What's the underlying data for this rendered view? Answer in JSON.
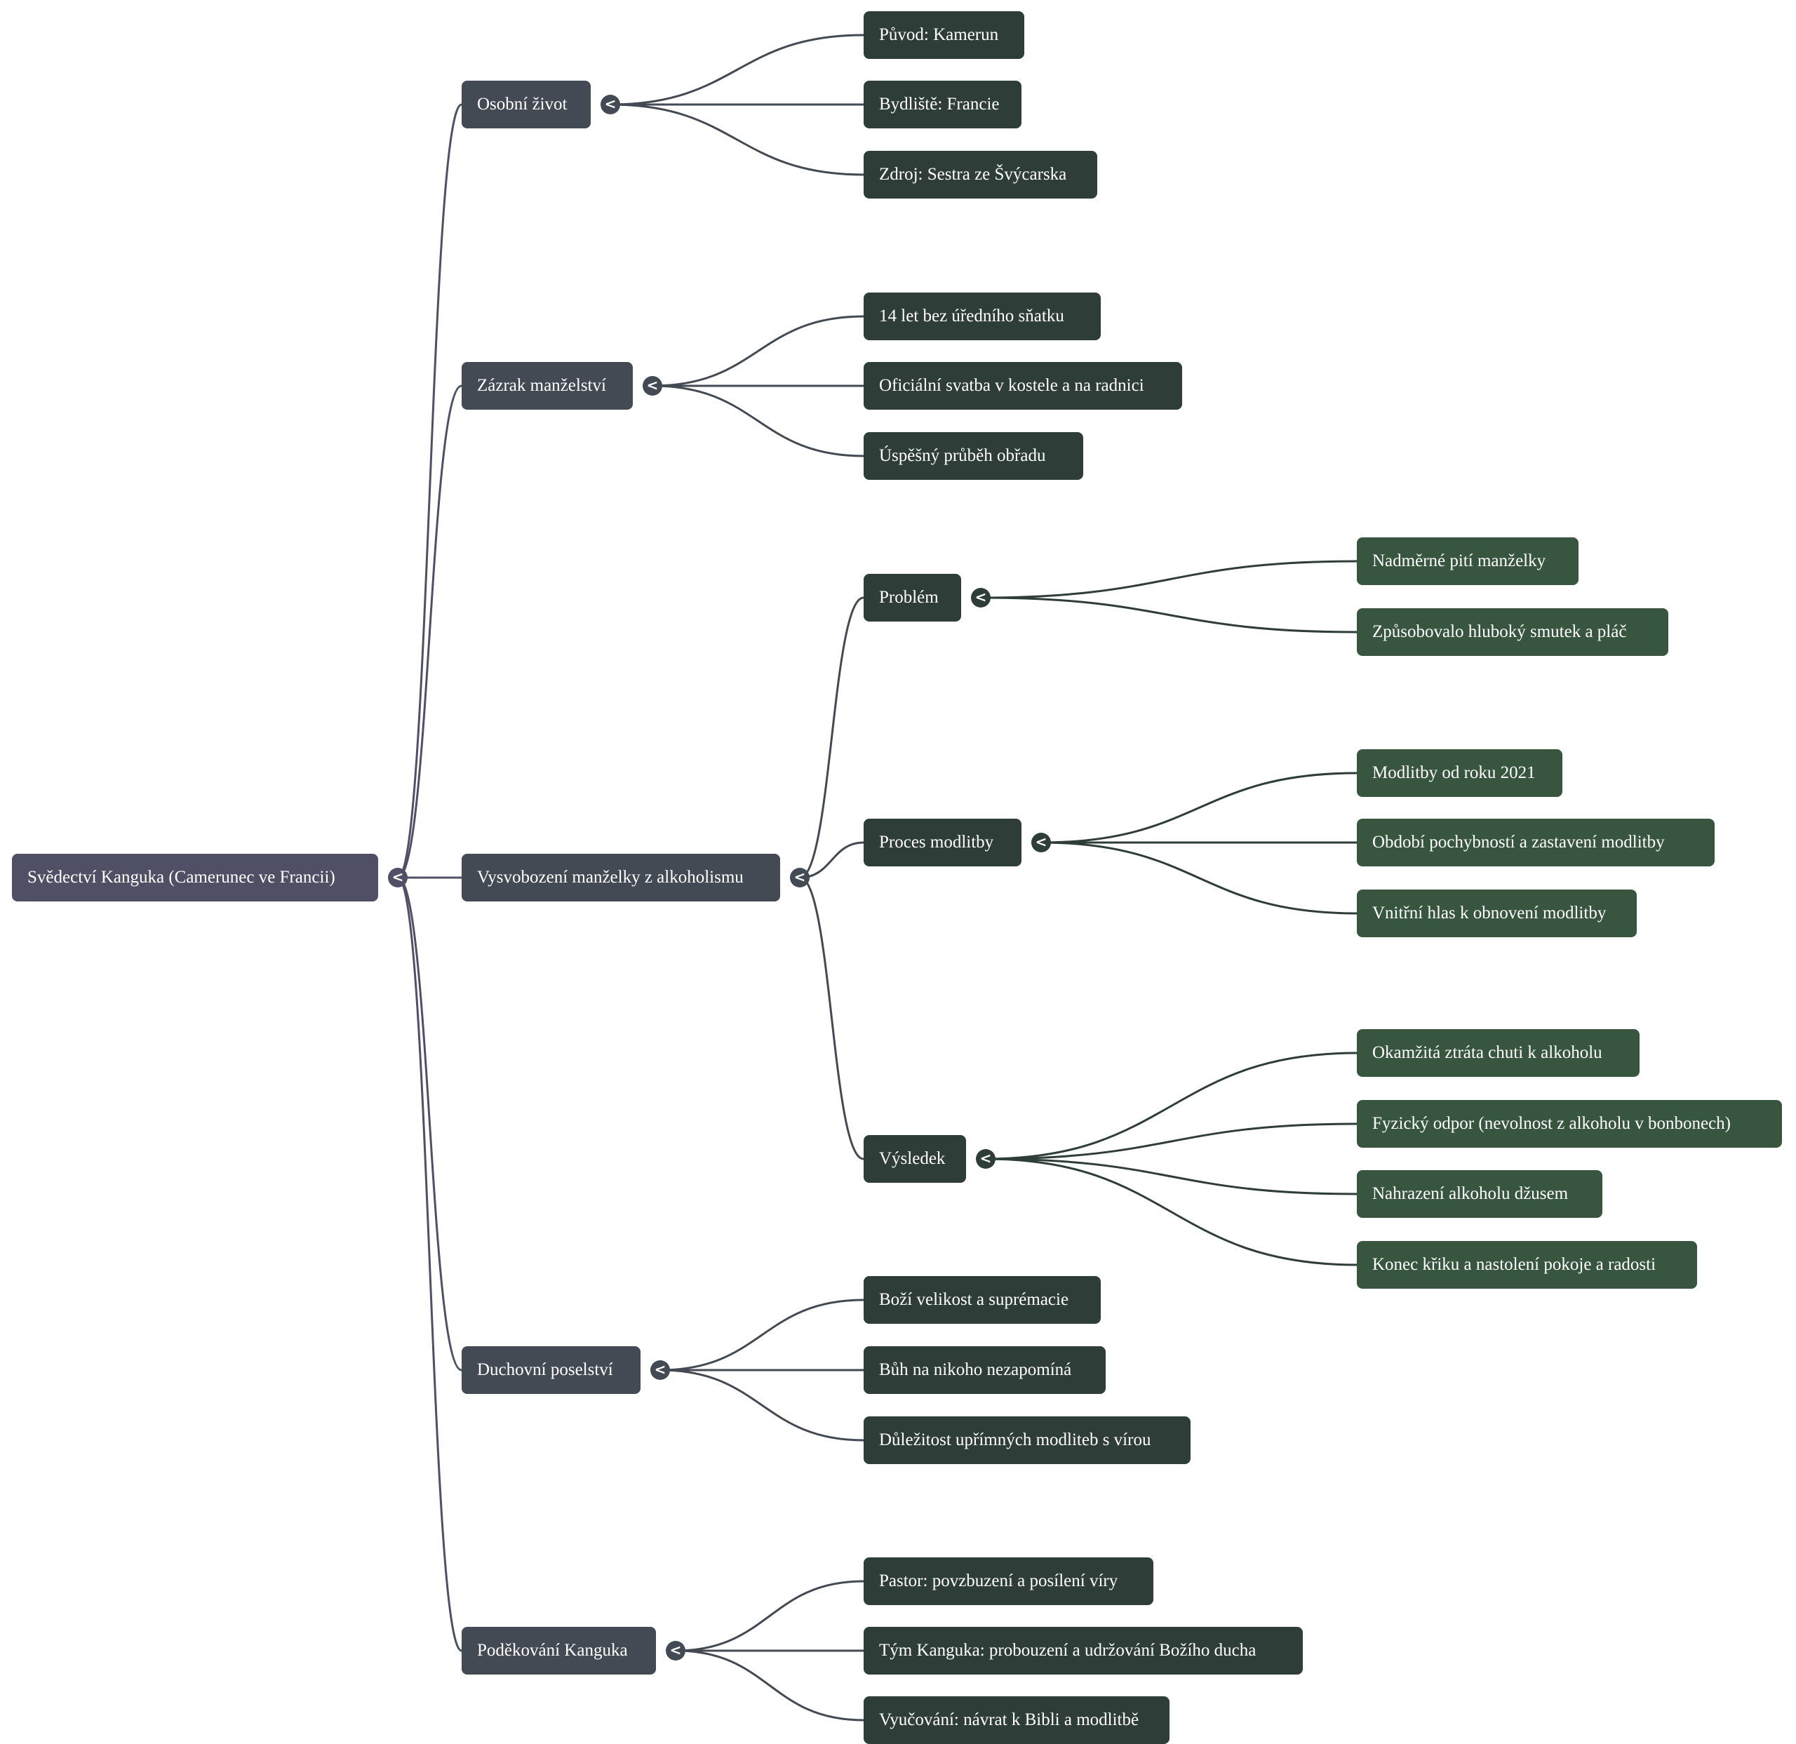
{
  "colors": {
    "root": "#4f5066",
    "level1": "#434a54",
    "level2": "#2f3d38",
    "level3": "#37553f"
  },
  "toggle_icon": "<",
  "root": {
    "label": "Svědectví Kanguka (Camerunec ve Francii)",
    "children": [
      {
        "label": "Osobní život",
        "children": [
          {
            "label": "Původ: Kamerun"
          },
          {
            "label": "Bydliště: Francie"
          },
          {
            "label": "Zdroj: Sestra ze Švýcarska"
          }
        ]
      },
      {
        "label": "Zázrak manželství",
        "children": [
          {
            "label": "14 let bez úředního sňatku"
          },
          {
            "label": "Oficiální svatba v kostele a na radnici"
          },
          {
            "label": "Úspěšný průběh obřadu"
          }
        ]
      },
      {
        "label": "Vysvobození manželky z alkoholismu",
        "children": [
          {
            "label": "Problém",
            "children": [
              {
                "label": "Nadměrné pití manželky"
              },
              {
                "label": "Způsobovalo hluboký smutek a pláč"
              }
            ]
          },
          {
            "label": "Proces modlitby",
            "children": [
              {
                "label": "Modlitby od roku 2021"
              },
              {
                "label": "Období pochybností a zastavení modlitby"
              },
              {
                "label": "Vnitřní hlas k obnovení modlitby"
              }
            ]
          },
          {
            "label": "Výsledek",
            "children": [
              {
                "label": "Okamžitá ztráta chuti k alkoholu"
              },
              {
                "label": "Fyzický odpor (nevolnost z alkoholu v bonbonech)"
              },
              {
                "label": "Nahrazení alkoholu džusem"
              },
              {
                "label": "Konec křiku a nastolení pokoje a radosti"
              }
            ]
          }
        ]
      },
      {
        "label": "Duchovní poselství",
        "children": [
          {
            "label": "Boží velikost a suprémacie"
          },
          {
            "label": "Bůh na nikoho nezapomíná"
          },
          {
            "label": "Důležitost upřímných modliteb s vírou"
          }
        ]
      },
      {
        "label": "Poděkování Kanguka",
        "children": [
          {
            "label": "Pastor: povzbuzení a posílení víry"
          },
          {
            "label": "Tým Kanguka: probouzení a udržování Božího ducha"
          },
          {
            "label": "Vyučování: návrat k Bibli a modlitbě"
          }
        ]
      }
    ]
  }
}
